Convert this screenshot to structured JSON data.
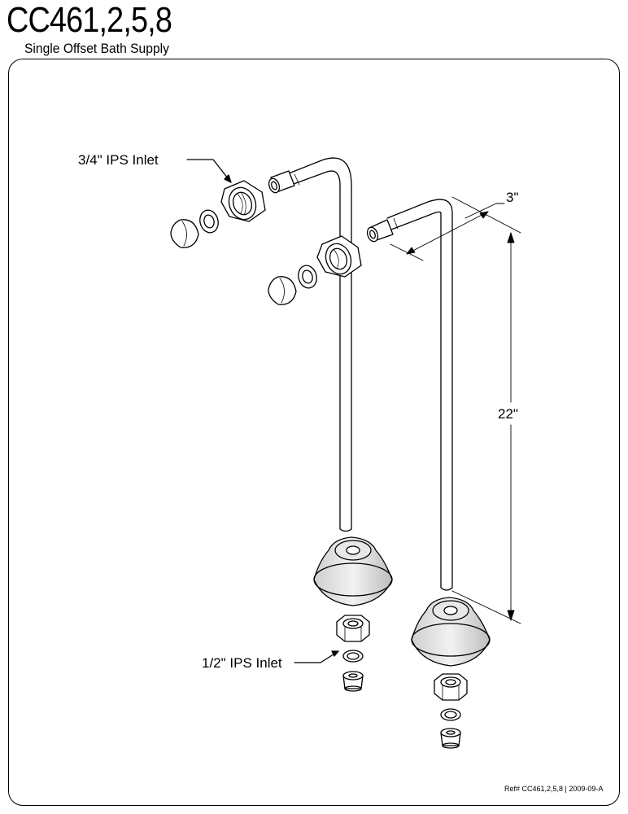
{
  "header": {
    "title": "CC461,2,5,8",
    "subtitle": "Single Offset Bath Supply"
  },
  "callouts": {
    "top_inlet": "3/4\" IPS Inlet",
    "bottom_inlet": "1/2\" IPS Inlet",
    "offset_dim": "3\"",
    "height_dim": "22\""
  },
  "footer": {
    "reference": "Ref# CC461,2,5,8 | 2009-09-A"
  }
}
